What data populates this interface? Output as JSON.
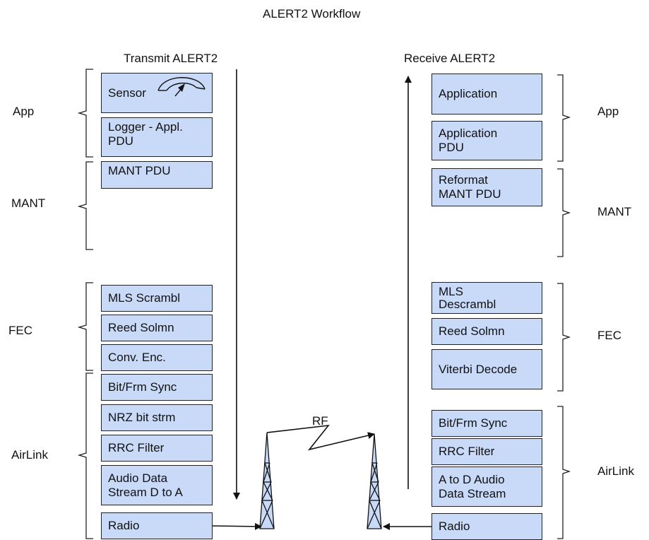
{
  "title": "ALERT2 Workflow",
  "transmit": {
    "heading": "Transmit ALERT2",
    "boxes": [
      "Sensor",
      "Logger - Appl.\nPDU",
      "MANT PDU",
      "MLS Scrambl",
      "Reed Solmn",
      "Conv. Enc.",
      "Bit/Frm Sync",
      "NRZ bit strm",
      "RRC Filter",
      "Audio Data\nStream D to A",
      "Radio"
    ],
    "layers": [
      "App",
      "MANT",
      "FEC",
      "AirLink"
    ]
  },
  "receive": {
    "heading": "Receive ALERT2",
    "boxes": [
      "Application",
      "Application\nPDU",
      "Reformat\nMANT PDU",
      "MLS\nDescrambl",
      "Reed Solmn",
      "Viterbi Decode",
      "Bit/Frm Sync",
      "RRC Filter",
      "A to D Audio\nData Stream",
      "Radio"
    ],
    "layers": [
      "App",
      "MANT",
      "FEC",
      "AirLink"
    ]
  },
  "rf_label": "RF",
  "colors": {
    "box_fill": "#c9daf8",
    "line": "#111111"
  },
  "icons": [
    "gauge-icon",
    "antenna-tower-icon"
  ]
}
